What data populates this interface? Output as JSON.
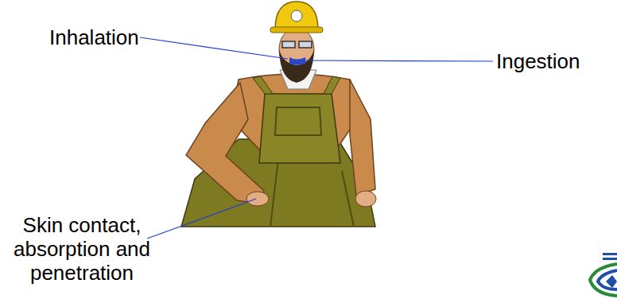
{
  "diagram": {
    "labels": [
      "Inhalation",
      "Ingestion",
      "Skin contact, absorption and penetration"
    ]
  }
}
